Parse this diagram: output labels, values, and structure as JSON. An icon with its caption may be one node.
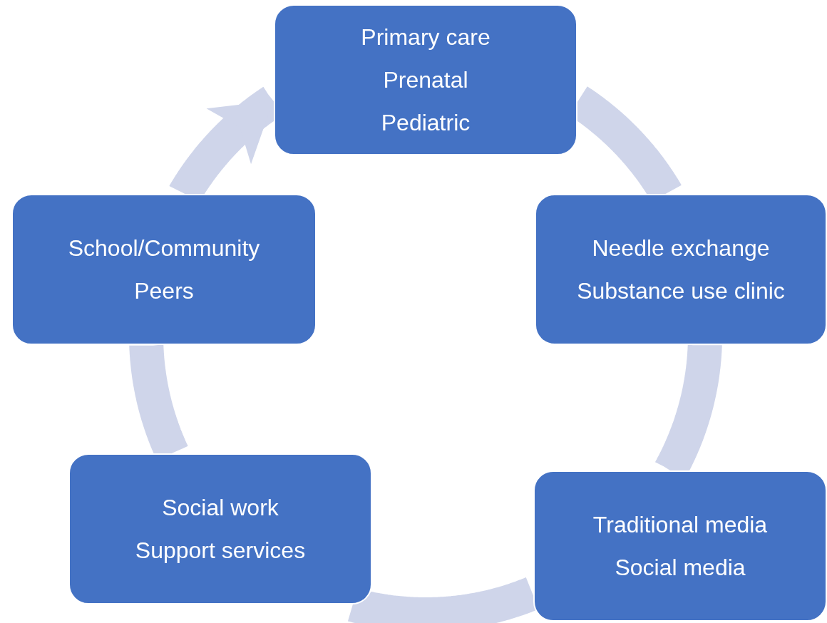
{
  "diagram": {
    "nodes": [
      {
        "text": [
          "Primary care",
          "Prenatal",
          "Pediatric"
        ]
      },
      {
        "text": [
          "Needle exchange",
          "Substance use clinic"
        ]
      },
      {
        "text": [
          "Traditional media",
          "Social media"
        ]
      },
      {
        "text": [
          "Social work",
          "Support services"
        ]
      },
      {
        "text": [
          "School/Community",
          "Peers"
        ]
      }
    ],
    "edges": [
      {
        "from": 0,
        "to": 1,
        "arrow": "none"
      },
      {
        "from": 1,
        "to": 2,
        "arrow": "none"
      },
      {
        "from": 2,
        "to": 3,
        "arrow": "none"
      },
      {
        "from": 3,
        "to": 4,
        "arrow": "none"
      },
      {
        "from": 4,
        "to": 0,
        "arrow": "to"
      }
    ]
  }
}
